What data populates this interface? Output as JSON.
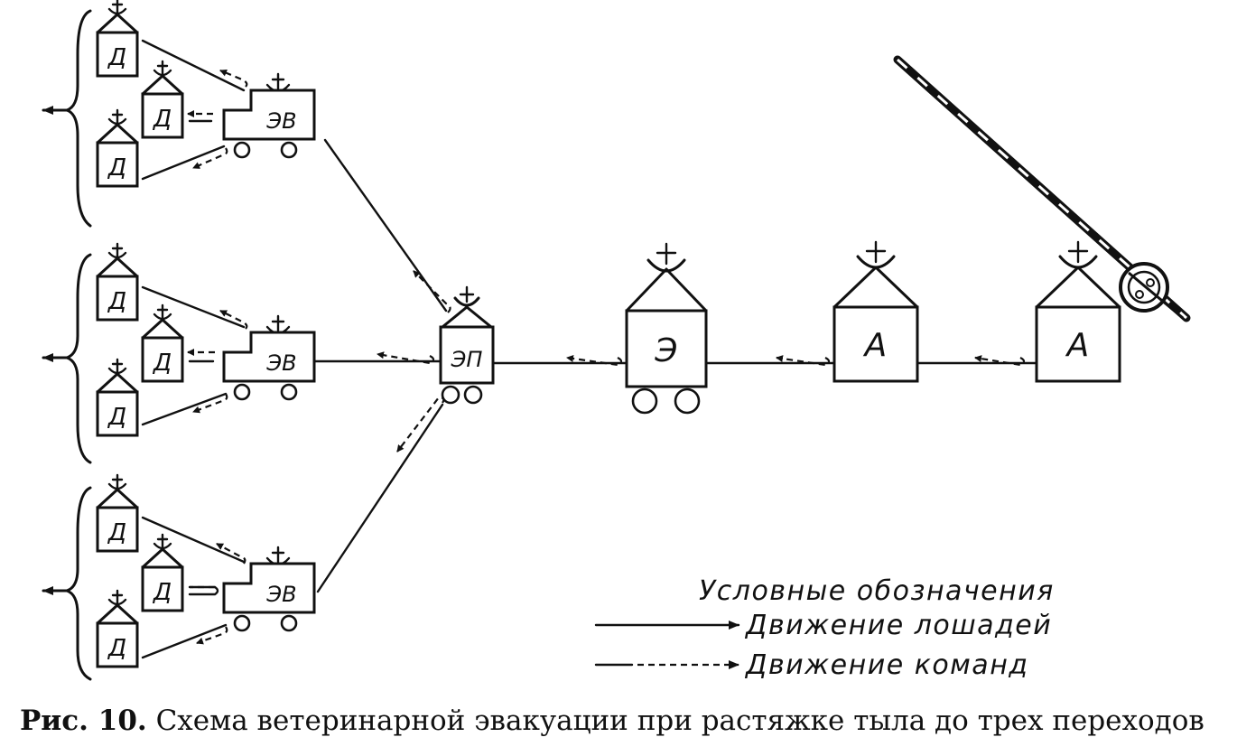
{
  "units": {
    "company_post": "Д",
    "regiment_post": "ЭВ",
    "division_post": "ЭП",
    "evac_unit": "Э",
    "hospital": "А"
  },
  "legend": {
    "title": "Условные обозначения",
    "horses": "Движение лошадей",
    "commands": "Движение команд"
  },
  "caption": {
    "prefix": "Рис. 10.",
    "text": "Схема ветеринарной эвакуации при растяжке тыла до трех переходов"
  },
  "colors": {
    "ink": "#111111",
    "background": "#ffffff"
  }
}
